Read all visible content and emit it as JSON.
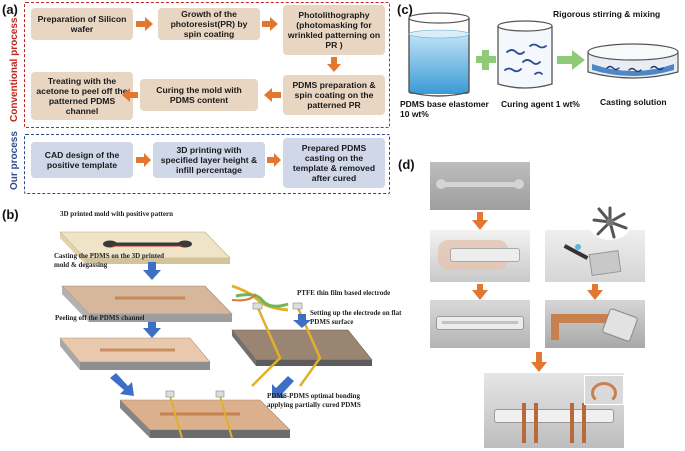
{
  "panels": {
    "a": "(a)",
    "b": "(b)",
    "c": "(c)",
    "d": "(d)"
  },
  "conventional": {
    "title": "Conventional process",
    "steps": [
      "Preparation of Silicon wafer",
      "Growth of the photoresist(PR) by spin coating",
      "Photolithography (photomasking for wrinkled patterning on PR )",
      "PDMS preparation & spin coating on the patterned PR",
      "Curing the mold with PDMS content",
      "Treating with the acetone to peel off the patterned PDMS channel"
    ]
  },
  "ours": {
    "title": "Our process",
    "steps": [
      "CAD design of the positive template",
      "3D printing with specified layer height & infill percentage",
      "Prepared PDMS casting on the template & removed after cured"
    ]
  },
  "panel_b": {
    "labels": [
      "3D printed mold with positive pattern",
      "Casting the PDMS on the 3D printed mold & degassing",
      "Peeling off the PDMS channel",
      "PTFE thin film based electrode",
      "Setting up the electrode on flat PDMS surface",
      "PDMS-PDMS optimal bonding applying partially cured PDMS"
    ]
  },
  "panel_c": {
    "base": "PDMS base elastomer 10 wt%",
    "curing": "Curing agent 1 wt%",
    "stirring": "Rigorous stirring & mixing",
    "casting": "Casting solution"
  },
  "colors": {
    "red": "#c0261f",
    "blue": "#2f4a8c",
    "step_fill": "#e8d6c3",
    "step_fill_blue": "#cfd7e8",
    "arrow_orange": "#e4772f",
    "arrow_blue": "#3d6fc4",
    "arrow_green": "#8fca7a"
  }
}
